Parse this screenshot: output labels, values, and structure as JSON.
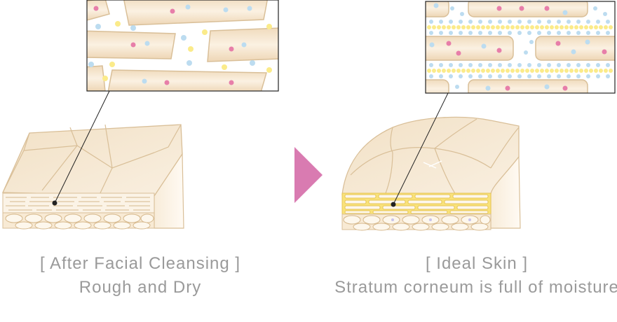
{
  "left_panel": {
    "title": "[ After Facial Cleansing ]",
    "subtitle": "Rough and Dry"
  },
  "right_panel": {
    "title": "[ Ideal Skin ]",
    "subtitle": "Stratum corneum is full of moisture"
  },
  "colors": {
    "skin_fill": "#f6e8d4",
    "skin_outline": "#d9bf98",
    "cell_fill": "#f3dfc4",
    "moisture_blue": "#bcdcf0",
    "moisture_yellow": "#fbeb8a",
    "dot_pink": "#e77ea9",
    "arrow": "#d97bb1",
    "text": "#9a9a9a"
  },
  "icons": {
    "arrow": "triangle-right-icon"
  }
}
